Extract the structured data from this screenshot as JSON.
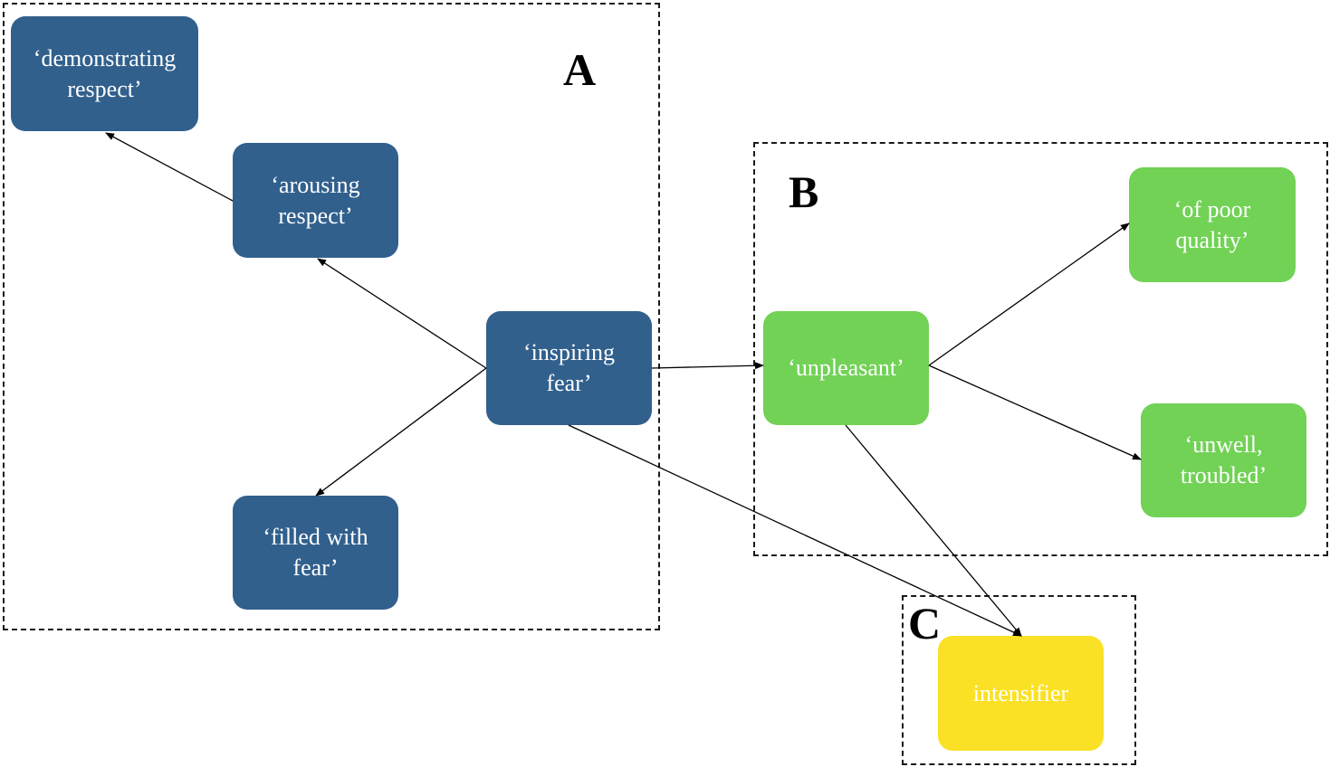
{
  "colors": {
    "sense_a": "#31608d",
    "sense_b": "#71d256",
    "sense_c": "#fae125",
    "text": "#ffffff",
    "edge": "#000000"
  },
  "groups": {
    "a": {
      "label": "A"
    },
    "b": {
      "label": "B"
    },
    "c": {
      "label": "C"
    }
  },
  "nodes": {
    "demonstrating_respect": {
      "label": "‘demonstrating\nrespect’",
      "group": "A"
    },
    "arousing_respect": {
      "label": "‘arousing\nrespect’",
      "group": "A"
    },
    "inspiring_fear": {
      "label": "‘inspiring\nfear’",
      "group": "A"
    },
    "filled_with_fear": {
      "label": "‘filled with\nfear’",
      "group": "A"
    },
    "unpleasant": {
      "label": "‘unpleasant’",
      "group": "B"
    },
    "of_poor_quality": {
      "label": "‘of poor\nquality’",
      "group": "B"
    },
    "unwell_troubled": {
      "label": "‘unwell,\ntroubled’",
      "group": "B"
    },
    "intensifier": {
      "label": "intensifier",
      "group": "C"
    }
  },
  "edges": [
    {
      "from": "arousing_respect",
      "to": "demonstrating_respect"
    },
    {
      "from": "inspiring_fear",
      "to": "arousing_respect"
    },
    {
      "from": "inspiring_fear",
      "to": "filled_with_fear"
    },
    {
      "from": "inspiring_fear",
      "to": "unpleasant"
    },
    {
      "from": "inspiring_fear",
      "to": "intensifier"
    },
    {
      "from": "unpleasant",
      "to": "of_poor_quality"
    },
    {
      "from": "unpleasant",
      "to": "unwell_troubled"
    },
    {
      "from": "unpleasant",
      "to": "intensifier"
    }
  ]
}
